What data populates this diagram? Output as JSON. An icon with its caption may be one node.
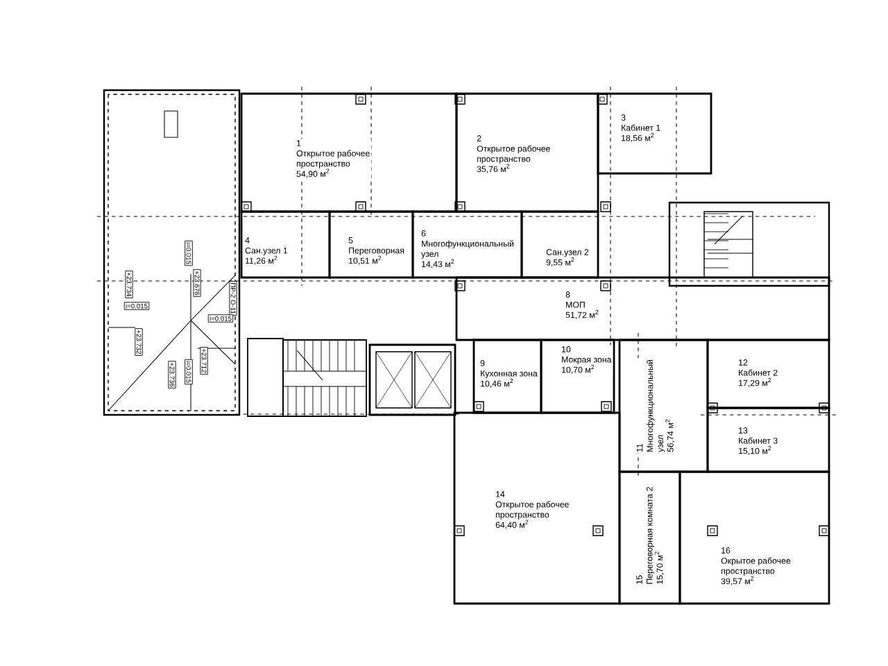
{
  "diagram": {
    "nodes": [
      {
        "text": [
          "1",
          "Открытое рабочее пространство",
          "54,90 м$^{2}$"
        ]
      },
      {
        "text": [
          "2",
          "Открытое рабочее пространство",
          "35,76 м$^{2}$"
        ]
      },
      {
        "text": [
          "3",
          "Кабинет 1",
          "18,56 м$^{2}$"
        ]
      },
      {
        "text": [
          "4",
          "Сан.узел 1",
          "11,26 м$^{2}$"
        ]
      },
      {
        "text": [
          "5",
          "Переговорная",
          "10,51 м$^{2}$"
        ]
      },
      {
        "text": [
          "6",
          "Многофункциональный узел",
          "14,43 м$^{2}$"
        ]
      },
      {
        "text": [
          "Сан.узел 2",
          "9,55 м$^{2}$"
        ]
      },
      {
        "text": [
          "8",
          "МОП",
          "51,72 м$^{2}$"
        ]
      },
      {
        "text": [
          "9",
          "Кухонная зона",
          "10,46 м$^{2}$"
        ]
      },
      {
        "text": [
          "10",
          "Мокрая зона",
          "10,70 м$^{2}$"
        ]
      },
      {
        "text": [
          "11",
          "Многофункциональный узел",
          "56,74 м$^{2}$"
        ]
      },
      {
        "text": [
          "12",
          "Кабинет 2",
          "17,29 м$^{2}$"
        ]
      },
      {
        "text": [
          "13",
          "Кабинет 3",
          "15,10 м$^{2}$"
        ]
      },
      {
        "text": [
          "14",
          "Открытое рабочее пространство",
          "64,40 м$^{2}$"
        ]
      },
      {
        "text": [
          "15",
          "Переговорная комната 2",
          "15,70 м$^{2}$"
        ]
      },
      {
        "text": [
          "16",
          "Окрытое рабочее пространство",
          "39,57 м$^{2}$"
        ]
      }
    ],
    "labels": [
      "i=0.015",
      "+23.676",
      "+23.734",
      "ПР-2 О-11",
      "i=0.015",
      "i=0.015",
      "+23.732",
      "+23.712",
      "i=0.015",
      "+23.736"
    ]
  }
}
